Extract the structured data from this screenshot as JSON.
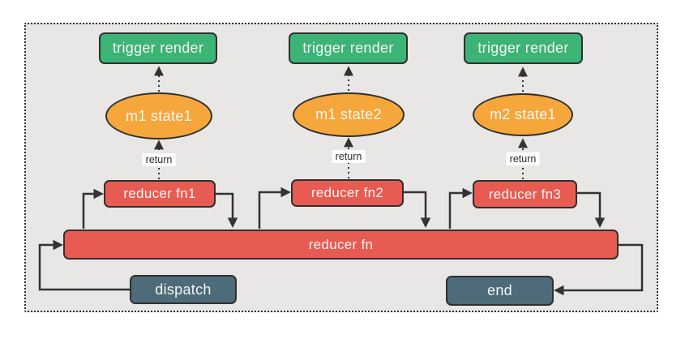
{
  "diagram": {
    "columns": [
      {
        "trigger": "trigger render",
        "state": "m1 state1",
        "return_label": "return",
        "reducer": "reducer fn1"
      },
      {
        "trigger": "trigger render",
        "state": "m1 state2",
        "return_label": "return",
        "reducer": "reducer fn2"
      },
      {
        "trigger": "trigger render",
        "state": "m2 state1",
        "return_label": "return",
        "reducer": "reducer fn3"
      }
    ],
    "main_reducer": "reducer fn",
    "dispatch": "dispatch",
    "end": "end"
  },
  "colors": {
    "board_bg": "#e8e7e5",
    "trigger_fill": "#3cb475",
    "state_fill": "#f6a73c",
    "reducer_fill": "#e85b52",
    "terminal_fill": "#4d6b79",
    "border": "#303030",
    "arrow": "#333333",
    "node_text": "#f4f6f3"
  }
}
